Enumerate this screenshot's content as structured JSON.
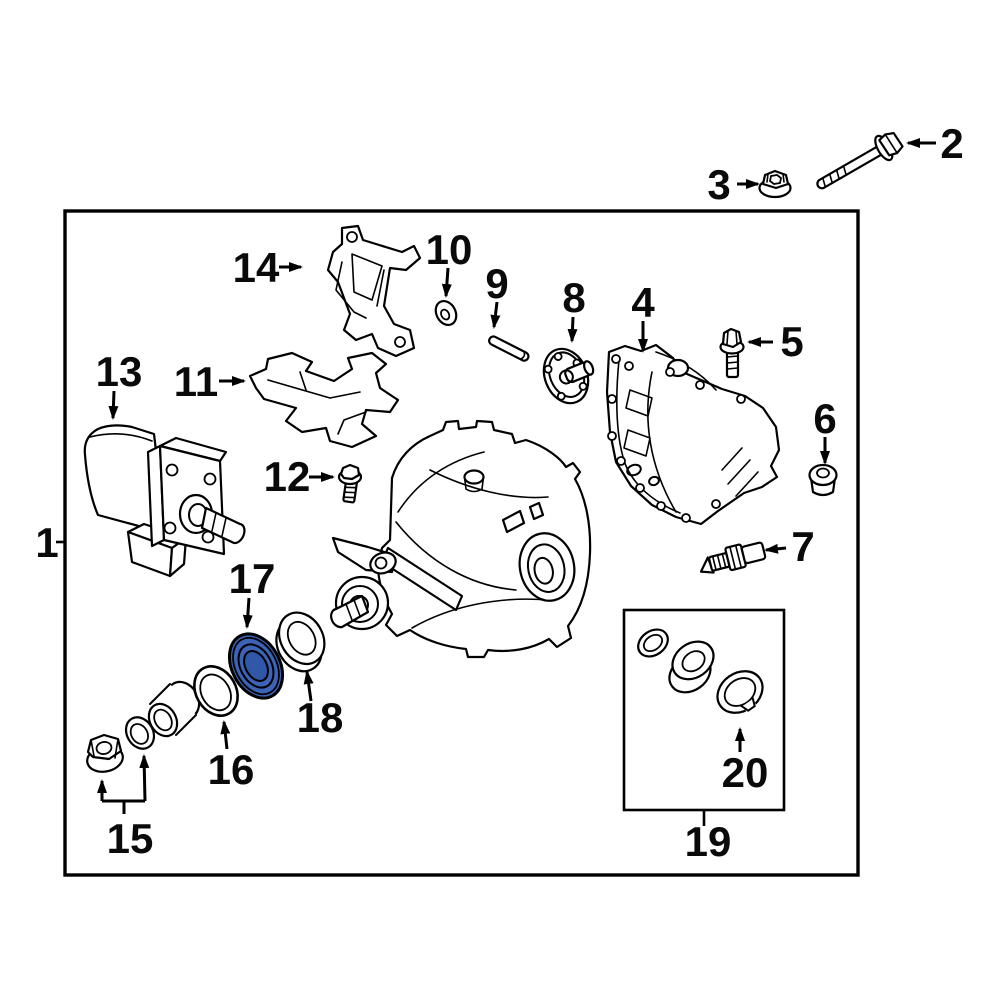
{
  "diagram": {
    "kind": "exploded-parts-diagram",
    "highlighted_callout": "17"
  },
  "colors": {
    "background": "#ffffff",
    "line": "#000000",
    "highlight_fill": "#3C63B7",
    "highlight_fill_dark": "#3157A8"
  },
  "callouts": {
    "1": "1",
    "2": "2",
    "3": "3",
    "4": "4",
    "5": "5",
    "6": "6",
    "7": "7",
    "8": "8",
    "9": "9",
    "10": "10",
    "11": "11",
    "12": "12",
    "13": "13",
    "14": "14",
    "15": "15",
    "16": "16",
    "17": "17",
    "18": "18",
    "19": "19",
    "20": "20"
  }
}
